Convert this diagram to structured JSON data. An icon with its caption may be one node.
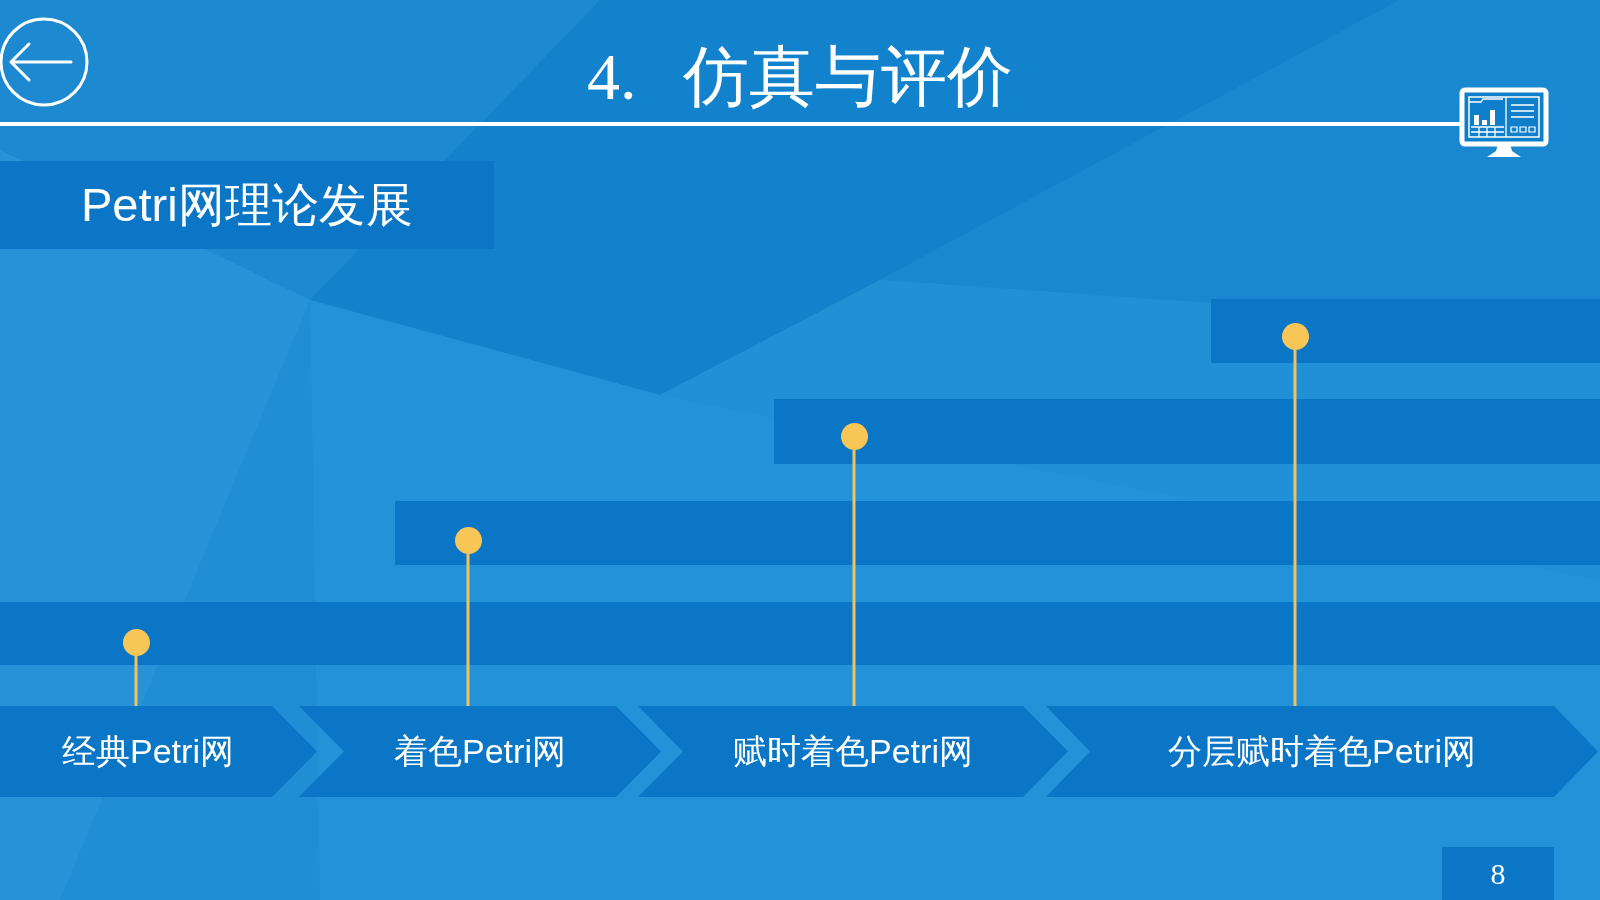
{
  "diagram": {
    "title": "4. 仿真与评价",
    "nodes": [
      {
        "text": [
          "Petri网理论发展"
        ]
      },
      {
        "text": [
          "经典Petri网"
        ]
      },
      {
        "text": [
          "着色Petri网"
        ]
      },
      {
        "text": [
          "赋时着色Petri网"
        ]
      },
      {
        "text": [
          "分层赋时着色Petri网"
        ]
      },
      {
        "text": [],
        "shape": "circle"
      },
      {
        "text": [],
        "shape": "circle"
      },
      {
        "text": [],
        "shape": "circle"
      },
      {
        "text": [],
        "shape": "circle"
      },
      {
        "text": [
          "8"
        ]
      }
    ],
    "edges": [
      {
        "from": 1,
        "to": 5,
        "arrow": "none"
      },
      {
        "from": 2,
        "to": 6,
        "arrow": "none"
      },
      {
        "from": 3,
        "to": 7,
        "arrow": "none"
      },
      {
        "from": 4,
        "to": 8,
        "arrow": "none"
      }
    ]
  }
}
